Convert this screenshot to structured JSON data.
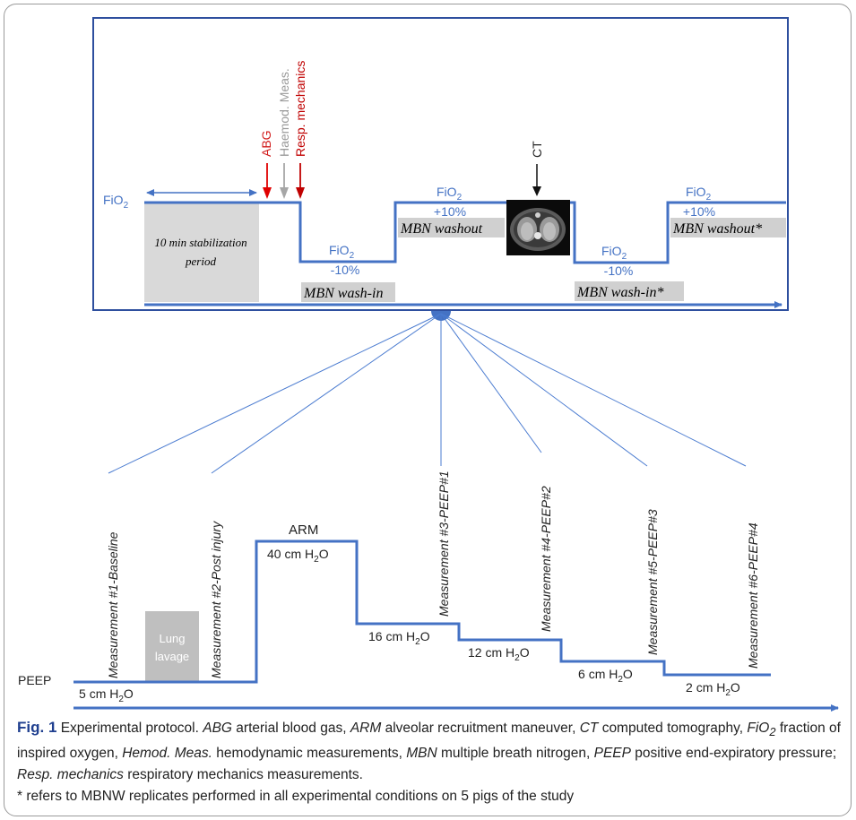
{
  "top_panel": {
    "fio2": "FiO",
    "fio2_sub": "2",
    "abg": "ABG",
    "haemod": "Haemod. Meas.",
    "resp": "Resp. mechanics",
    "ct": "CT",
    "stab_line1": "10 min stabilization",
    "stab_line2": "period",
    "minus10": "-10%",
    "plus10": "+10%",
    "washin": "MBN wash-in",
    "washout": "MBN washout",
    "washin_star": "MBN wash-in*",
    "washout_star": "MBN washout*"
  },
  "bottom_panel": {
    "peep": "PEEP",
    "arm": "ARM",
    "lung_lavage_1": "Lung",
    "lung_lavage_2": "lavage",
    "cm": "cm H",
    "h2o_sub": "2",
    "o": "O",
    "levels": [
      "5",
      "40",
      "16",
      "12",
      "6",
      "2"
    ],
    "measurements": [
      "Measurement #1-Baseline",
      "Measurement #2-Post injury",
      "Measurement #3-PEEP#1",
      "Measurement #4-PEEP#2",
      "Measurement #5-PEEP#3",
      "Measurement #6-PEEP#4"
    ]
  },
  "caption": {
    "label": "Fig. 1",
    "intro": "Experimental protocol.",
    "abg_abbr": "ABG",
    "abg_def": "arterial blood gas,",
    "arm_abbr": "ARM",
    "arm_def": "alveolar recruitment maneuver,",
    "ct_abbr": "CT",
    "ct_def": "computed tomography,",
    "fio2_abbr": "FiO",
    "fio2_sub": "2",
    "fio2_def": "fraction of inspired oxygen,",
    "hemod_abbr": "Hemod. Meas.",
    "hemod_def": "hemodynamic measurements,",
    "mbn_abbr": "MBN",
    "mbn_def": "multiple breath nitrogen,",
    "peep_abbr": "PEEP",
    "peep_def": "positive end-expiratory pressure;",
    "resp_abbr": "Resp. mechanics",
    "resp_def": "respiratory mechanics measurements.",
    "footnote": "* refers to MBNW replicates performed in all experimental conditions on 5 pigs of the study"
  },
  "colors": {
    "blue": "#4472c4",
    "red": "#d11a1a",
    "grey": "#9a9a9a",
    "caption_label": "#1f3f8f"
  }
}
